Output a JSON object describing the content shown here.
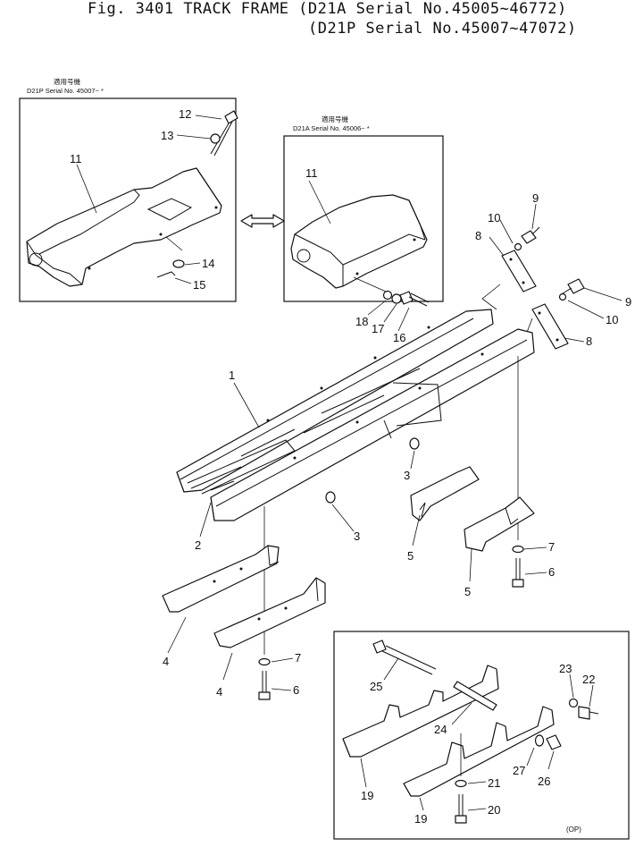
{
  "title": {
    "line1": "Fig. 3401 TRACK FRAME (D21A Serial No.45005~46772)",
    "line2": "(D21P Serial No.45007~47072)"
  },
  "box_left": {
    "caption_jp": "適用号機",
    "caption": "D21P Serial No. 45007~ *"
  },
  "box_mid": {
    "caption_jp": "適用号機",
    "caption": "D21A Serial No. 45006~ *"
  },
  "box_bottom": {
    "caption": "(OP)"
  },
  "callouts": {
    "c1": "1",
    "c2": "2",
    "c3a": "3",
    "c3b": "3",
    "c4a": "4",
    "c4b": "4",
    "c5a": "5",
    "c5b": "5",
    "c6a": "6",
    "c6b": "6",
    "c7a": "7",
    "c7b": "7",
    "c8a": "8",
    "c8b": "8",
    "c9a": "9",
    "c9b": "9",
    "c10a": "10",
    "c10b": "10",
    "c11a": "11",
    "c11b": "11",
    "c12": "12",
    "c13": "13",
    "c14": "14",
    "c15": "15",
    "c16": "16",
    "c17": "17",
    "c18": "18",
    "c19a": "19",
    "c19b": "19",
    "c20": "20",
    "c21": "21",
    "c22": "22",
    "c23": "23",
    "c24": "24",
    "c25": "25",
    "c26": "26",
    "c27": "27"
  },
  "colors": {
    "ink": "#111111",
    "paper": "#ffffff"
  }
}
